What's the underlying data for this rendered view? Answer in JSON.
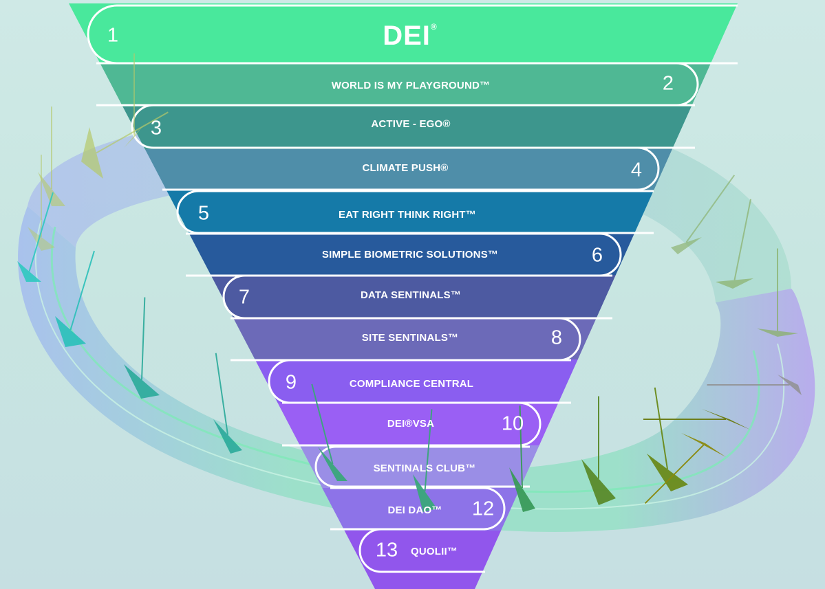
{
  "logo": {
    "text": "DEI",
    "mark": "®"
  },
  "tiers": [
    {
      "num": "1",
      "label": ""
    },
    {
      "num": "2",
      "label": "WORLD IS MY PLAYGROUND™"
    },
    {
      "num": "3",
      "label": "ACTIVE - EGO®"
    },
    {
      "num": "4",
      "label": "CLIMATE PUSH®"
    },
    {
      "num": "5",
      "label": "EAT RIGHT THINK RIGHT™"
    },
    {
      "num": "6",
      "label": "SIMPLE BIOMETRIC SOLUTIONS™"
    },
    {
      "num": "7",
      "label": "DATA SENTINALS™"
    },
    {
      "num": "8",
      "label": "SITE SENTINALS™"
    },
    {
      "num": "9",
      "label": "COMPLIANCE CENTRAL"
    },
    {
      "num": "10",
      "label": "DEI®VSA"
    },
    {
      "num": "12",
      "label": "DEI DAO™"
    },
    {
      "num": "13",
      "label": "QUOLII™"
    }
  ],
  "club_label": "SENTINALS CLUB™",
  "colors": {
    "tier1": "#49e89c",
    "tier2": "#4fb894",
    "tier3": "#3d968d",
    "tier4": "#4f8ea9",
    "tier5": "#157aa8",
    "tier6": "#275a9c",
    "tier7": "#4d5aa1",
    "tier8": "#6c6ab8",
    "tier9": "#8a5ef0",
    "tier10": "#9a5ff4",
    "tier11": "#9a8ee6",
    "tier12": "#8d73e8",
    "tier13": "#9156ec"
  }
}
